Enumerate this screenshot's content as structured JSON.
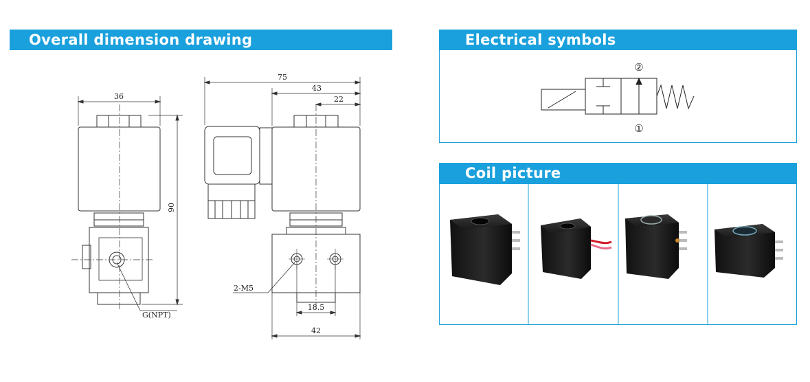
{
  "headings": {
    "dimension": "Overall dimension drawing",
    "electrical": "Electrical symbols",
    "coil": "Coil picture"
  },
  "dimensions": {
    "front_width": "36",
    "height": "90",
    "port": "G(NPT)",
    "overall_length": "75",
    "body_offset": "43",
    "nut_offset": "22",
    "mount_holes": "2-M5",
    "hole_spacing": "18.5",
    "body_width": "42"
  },
  "symbol": {
    "port_out": "②",
    "port_in": "①"
  },
  "colors": {
    "accent": "#1aa0dc",
    "line": "#333333",
    "coil_body": "#1c1c1c"
  }
}
